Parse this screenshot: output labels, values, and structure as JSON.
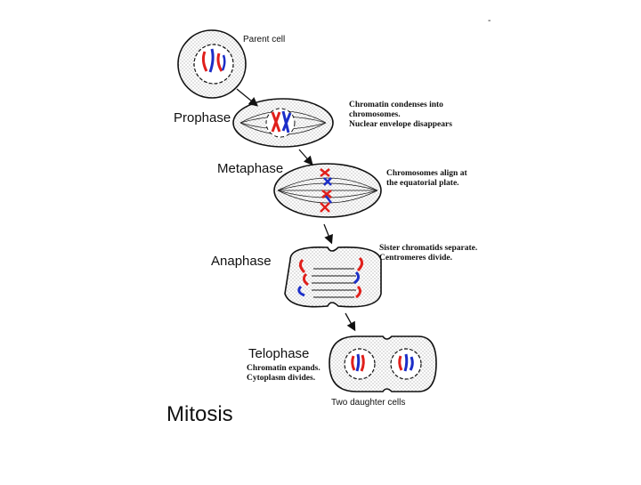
{
  "title": "Mitosis",
  "parent_cell_label": "Parent cell",
  "daughter_cells_label": "Two daughter cells",
  "stray_mark": "-",
  "phases": [
    {
      "name": "Prophase",
      "note_lines": [
        "Chromatin condenses into",
        "chromosomes.",
        "Nuclear envelope disappears"
      ]
    },
    {
      "name": "Metaphase",
      "note_lines": [
        "Chromosomes align at",
        "the equatorial plate."
      ]
    },
    {
      "name": "Anaphase",
      "note_lines": [
        "Sister chromatids separate.",
        "Centromeres divide."
      ]
    },
    {
      "name": "Telophase",
      "note_lines": [
        "Chromatin expands.",
        "Cytoplasm divides."
      ]
    }
  ],
  "colors": {
    "chromosome_red": "#e0201c",
    "chromosome_blue": "#1c2ec8",
    "outline": "#111111",
    "stipple": "#9a9a9a"
  },
  "icons": [
    "arrow-icon",
    "cell-drawing"
  ]
}
